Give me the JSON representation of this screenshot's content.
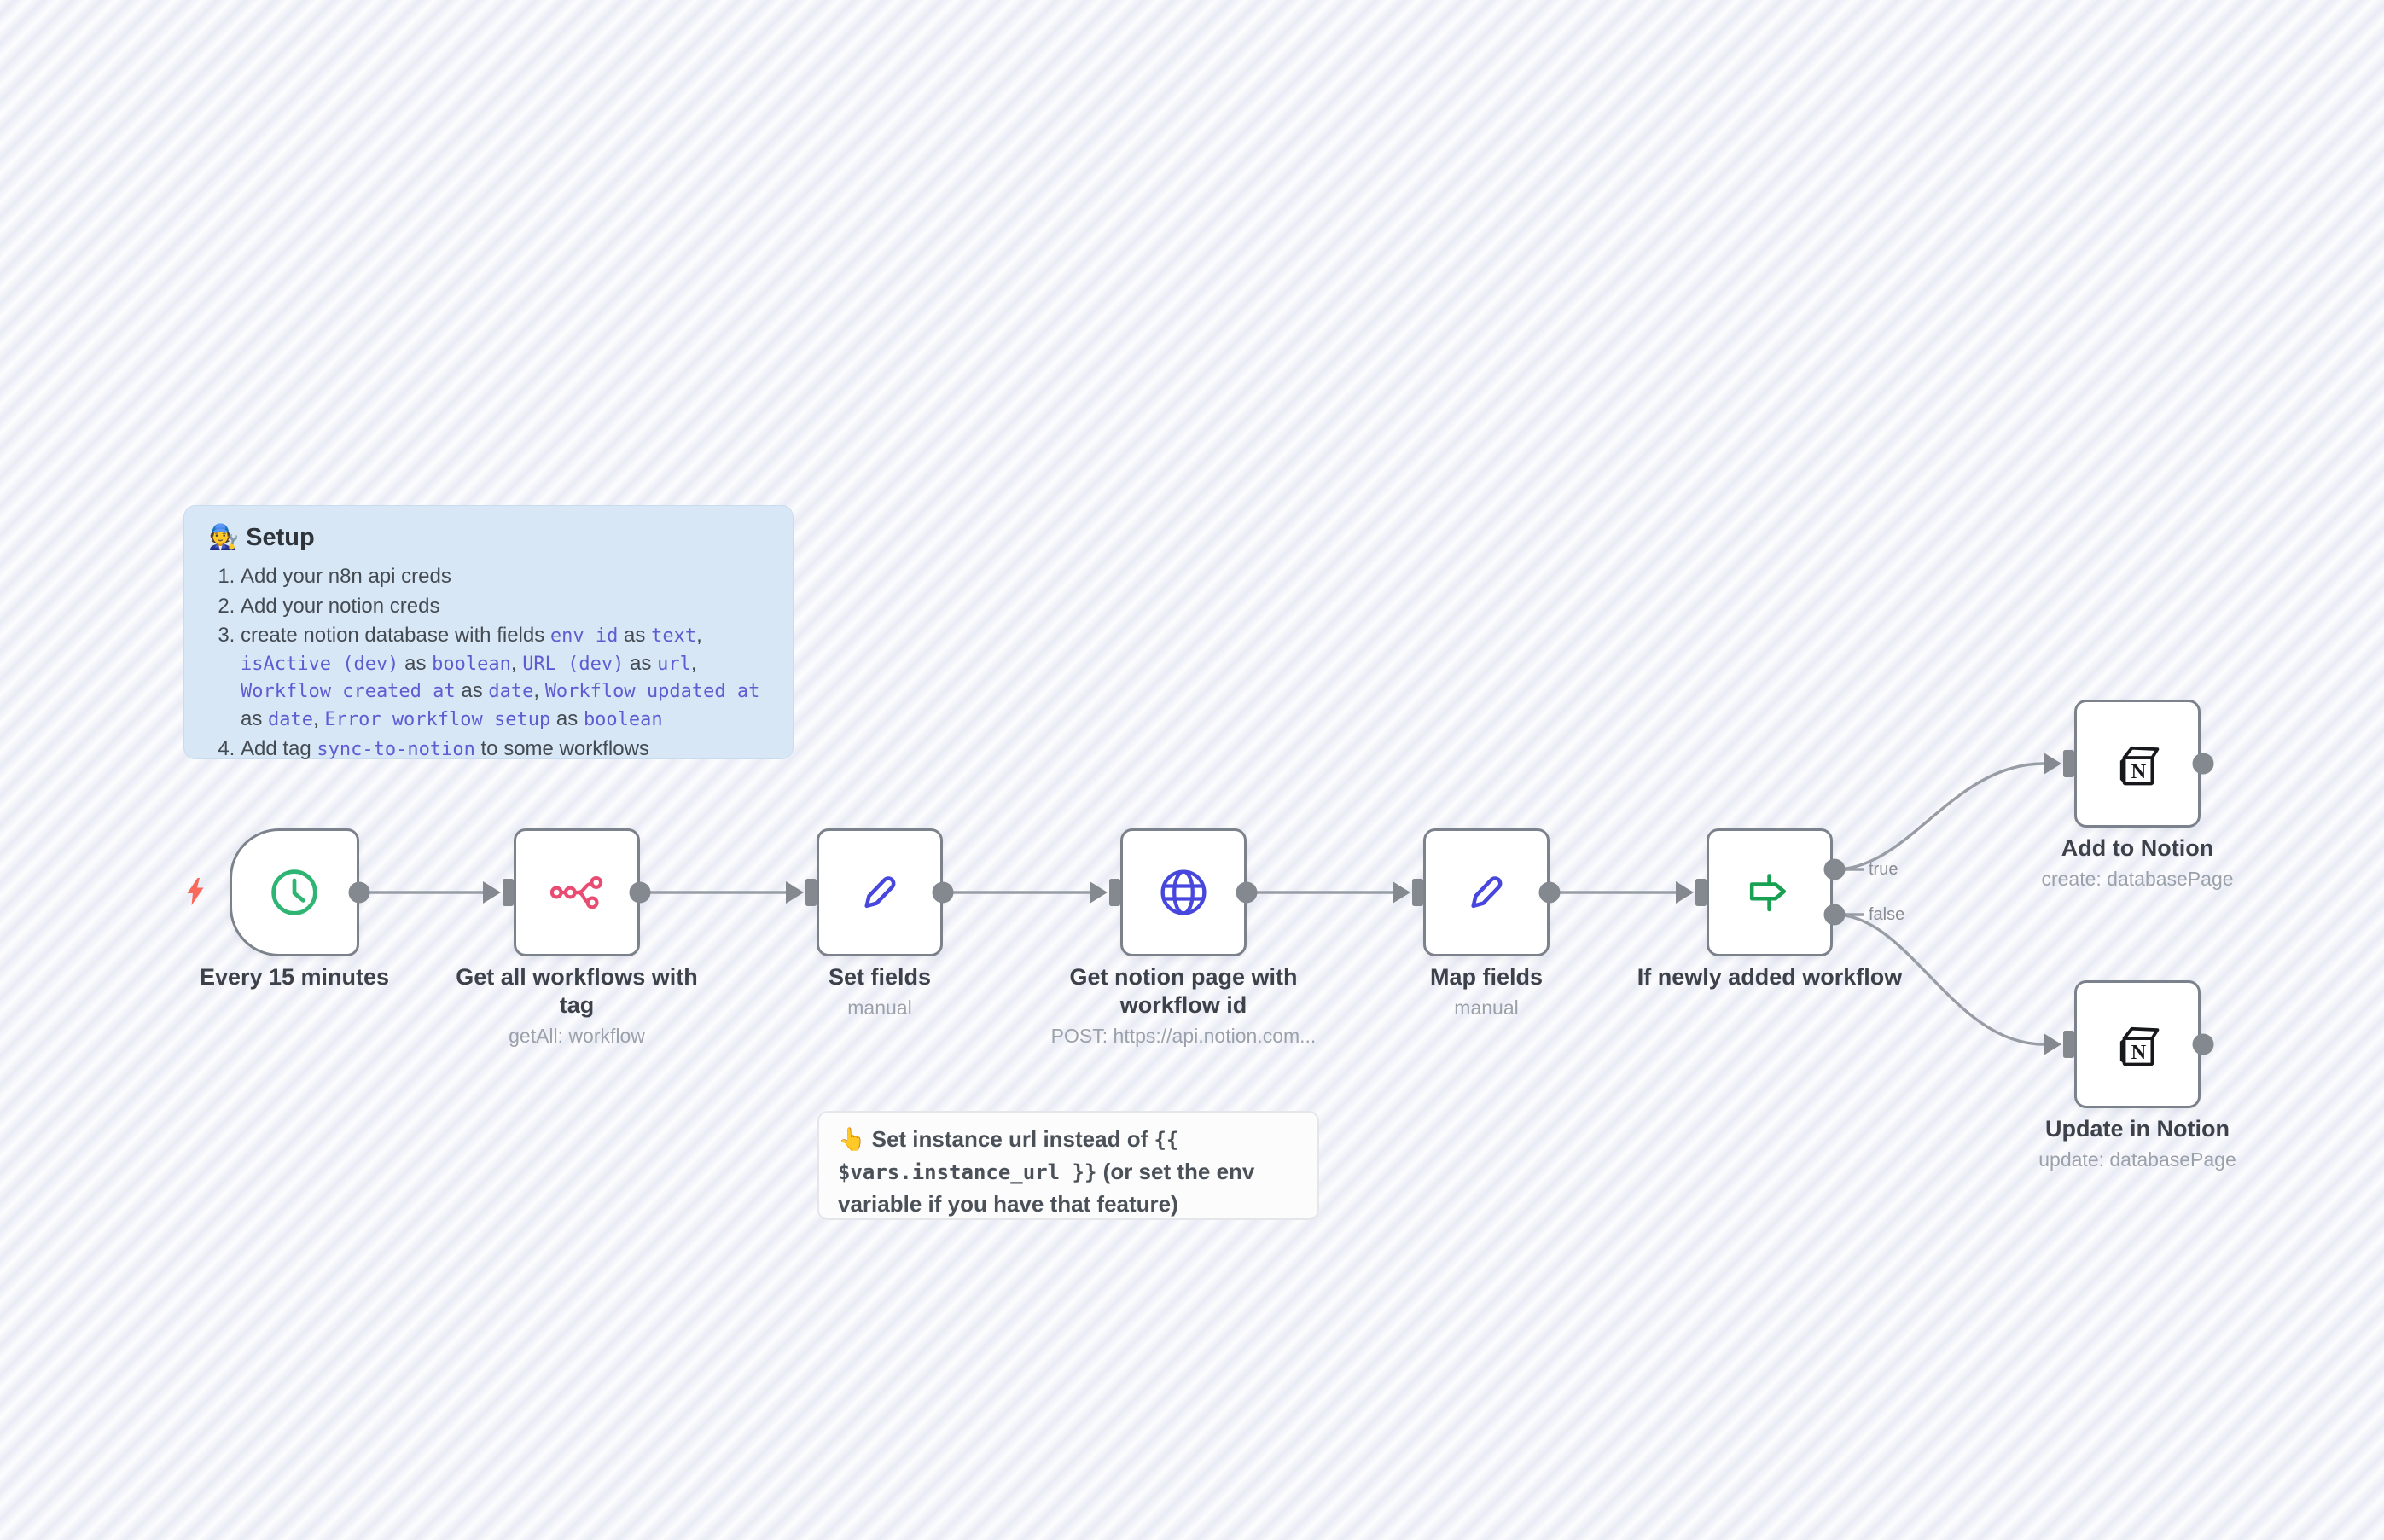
{
  "colors": {
    "canvas_bg": "#fdfdfe",
    "canvas_stripe": "#e9ebf5",
    "node_bg": "#ffffff",
    "node_border": "#7c828c",
    "wire": "#989da5",
    "port": "#84898f",
    "trigger_bolt": "#f9695a",
    "icon_clock": "#2eb573",
    "icon_n8n": "#ea4b71",
    "icon_pencil": "#4847dd",
    "icon_globe": "#4847dd",
    "icon_signpost": "#18a153",
    "icon_notion": "#17181c",
    "label_text": "#3d424a",
    "sublabel_text": "#9ba1aa",
    "branch_label_text": "#878b92",
    "setup_note_bg": "#d8e7f6",
    "setup_note_border": "#c8dcef",
    "setup_title_text": "#2f343a",
    "note_text": "#434a52",
    "note_code": "#5f5cd1",
    "instance_note_bg": "#fcfcfd",
    "instance_note_border": "#e5e6ea",
    "instance_text": "#4b5158"
  },
  "setup_note": {
    "emoji": "🧑‍🔧",
    "title": "Setup",
    "items": [
      [
        {
          "t": "Add your n8n api creds"
        }
      ],
      [
        {
          "t": "Add your notion creds"
        }
      ],
      [
        {
          "t": "create notion database with fields "
        },
        {
          "c": "env id"
        },
        {
          "t": " as "
        },
        {
          "c": "text"
        },
        {
          "t": ", "
        },
        {
          "c": "isActive (dev)"
        },
        {
          "t": " as "
        },
        {
          "c": "boolean"
        },
        {
          "t": ", "
        },
        {
          "c": "URL (dev)"
        },
        {
          "t": " as "
        },
        {
          "c": "url"
        },
        {
          "t": ", "
        },
        {
          "c": "Workflow created at"
        },
        {
          "t": " as "
        },
        {
          "c": "date"
        },
        {
          "t": ", "
        },
        {
          "c": "Workflow updated at"
        },
        {
          "t": " as "
        },
        {
          "c": "date"
        },
        {
          "t": ", "
        },
        {
          "c": "Error workflow setup"
        },
        {
          "t": " as "
        },
        {
          "c": "boolean"
        }
      ],
      [
        {
          "t": "Add tag "
        },
        {
          "c": "sync-to-notion"
        },
        {
          "t": " to some workflows"
        }
      ]
    ]
  },
  "instance_note": {
    "segments": [
      {
        "t": "👆 "
      },
      {
        "b": "Set instance url instead of "
      },
      {
        "c": "{{ $vars.instance_url }}"
      },
      {
        "b": " (or set the env variable if you have that feature)"
      }
    ]
  },
  "nodes": [
    {
      "label": "Every 15 minutes",
      "icon": "clock-icon"
    },
    {
      "label": "Get all workflows with tag",
      "sublabel": "getAll: workflow",
      "icon": "n8n-icon"
    },
    {
      "label": "Set fields",
      "sublabel": "manual",
      "icon": "pencil-icon"
    },
    {
      "label": "Get notion page with workflow id",
      "sublabel": "POST: https://api.notion.com...",
      "icon": "globe-icon"
    },
    {
      "label": "Map fields",
      "sublabel": "manual",
      "icon": "pencil-icon"
    },
    {
      "label": "If newly added workflow",
      "icon": "signpost-icon",
      "outputs": [
        "true",
        "false"
      ]
    },
    {
      "label": "Add to Notion",
      "sublabel": "create: databasePage",
      "icon": "notion-icon"
    },
    {
      "label": "Update in Notion",
      "sublabel": "update: databasePage",
      "icon": "notion-icon"
    }
  ]
}
